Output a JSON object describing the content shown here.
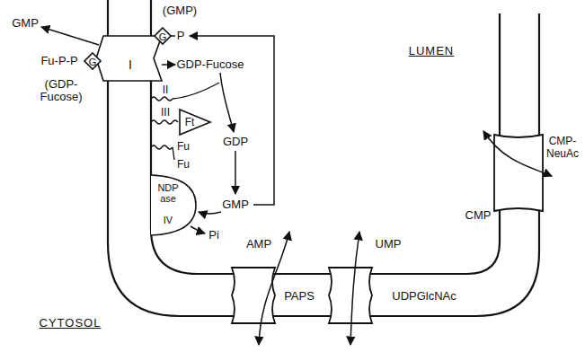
{
  "diagram": {
    "nodes": [
      {
        "text": [
          "I"
        ]
      },
      {
        "text": [
          "G"
        ]
      },
      {
        "text": [
          "G"
        ]
      },
      {
        "text": [
          "Ft"
        ]
      },
      {
        "text": [
          "NDP ase",
          "IV"
        ]
      }
    ],
    "labels": [
      "GMP",
      "(GMP)",
      "Fu-P-P",
      "(GDP-Fucose)",
      "P",
      "GDP-Fucose",
      "II",
      "III",
      "Fu",
      "Fu",
      "GDP",
      "GMP",
      "Pi",
      "AMP",
      "PAPS",
      "UMP",
      "UDPGlcNAc",
      "CMP",
      "CMP-NeuAc",
      "LUMEN",
      "CYTOSOL"
    ]
  }
}
